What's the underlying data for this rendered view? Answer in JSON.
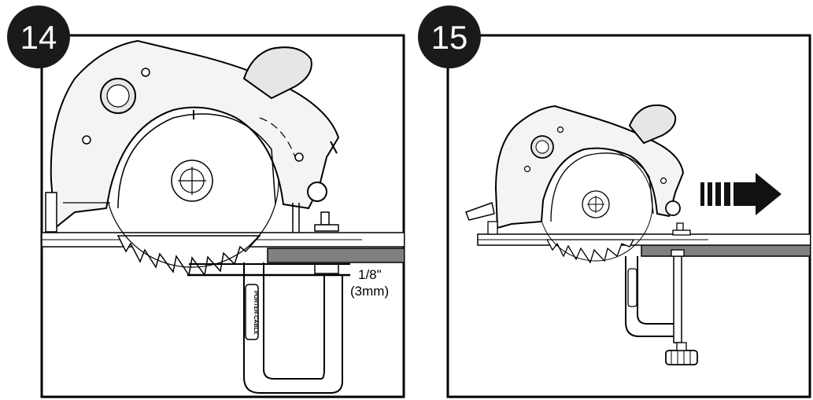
{
  "panels": [
    {
      "step": "14"
    },
    {
      "step": "15"
    }
  ],
  "annotation": {
    "depth_imperial": "1/8\"",
    "depth_metric": "(3mm)"
  },
  "clamp_brand": "PORTER-CABLE",
  "colors": {
    "ink": "#000000",
    "badge": "#1a1a1a",
    "work_surface": "#808080",
    "saw_body": "#f4f4f4",
    "handle": "#e6e6e6",
    "arrow": "#111111"
  }
}
